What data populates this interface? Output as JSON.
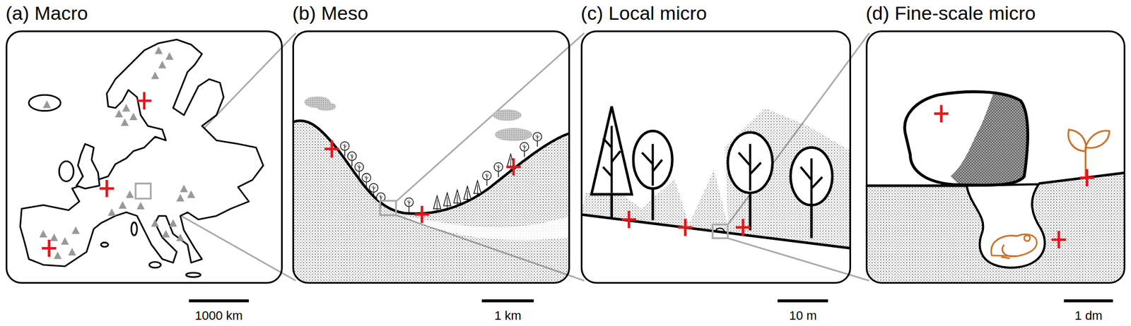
{
  "diagram": {
    "nodes": [
      {
        "text": [
          "(a) Macro"
        ]
      },
      {
        "text": [
          "(b) Meso"
        ]
      },
      {
        "text": [
          "(c) Local micro"
        ]
      },
      {
        "text": [
          "(d) Fine-scale micro"
        ]
      }
    ],
    "labels": [
      "1000 km",
      "1 km",
      "10 m",
      "1 dm"
    ]
  }
}
